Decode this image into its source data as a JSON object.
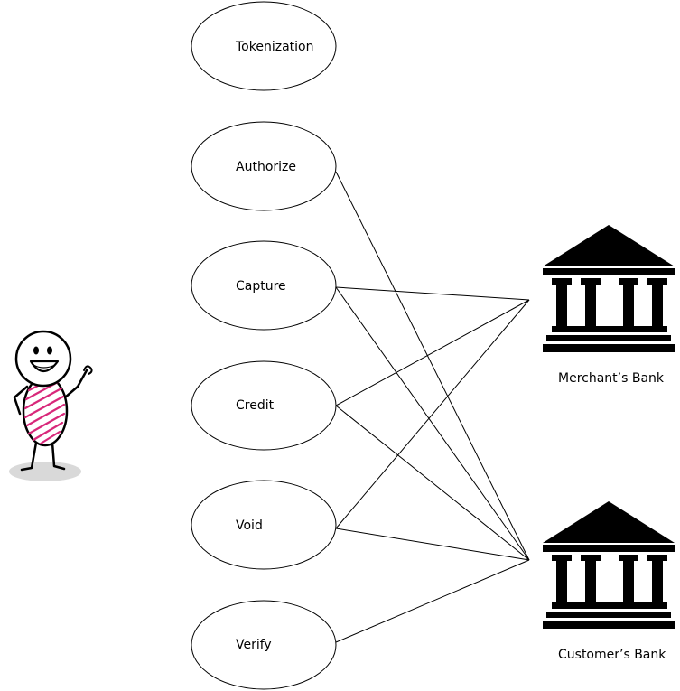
{
  "use_cases": [
    {
      "id": "uc-tokenization",
      "label": "Tokenization"
    },
    {
      "id": "uc-authorize",
      "label": "Authorize"
    },
    {
      "id": "uc-capture",
      "label": "Capture"
    },
    {
      "id": "uc-credit",
      "label": "Credit"
    },
    {
      "id": "uc-void",
      "label": "Void"
    },
    {
      "id": "uc-verify",
      "label": "Verify"
    }
  ],
  "banks": [
    {
      "id": "merchant-bank",
      "label": "Merchant’s Bank"
    },
    {
      "id": "customer-bank",
      "label": "Customer’s Bank"
    }
  ],
  "connections": [
    {
      "from": "uc-authorize",
      "to": "customer-bank"
    },
    {
      "from": "uc-capture",
      "to": "merchant-bank"
    },
    {
      "from": "uc-capture",
      "to": "customer-bank"
    },
    {
      "from": "uc-credit",
      "to": "merchant-bank"
    },
    {
      "from": "uc-credit",
      "to": "customer-bank"
    },
    {
      "from": "uc-void",
      "to": "merchant-bank"
    },
    {
      "from": "uc-void",
      "to": "customer-bank"
    },
    {
      "from": "uc-verify",
      "to": "customer-bank"
    }
  ],
  "actor": {
    "icon": "stick-figure-actor-icon"
  },
  "colors": {
    "actor_body": "#d8287a",
    "line": "#000000",
    "shadow": "#d9d9d9"
  }
}
